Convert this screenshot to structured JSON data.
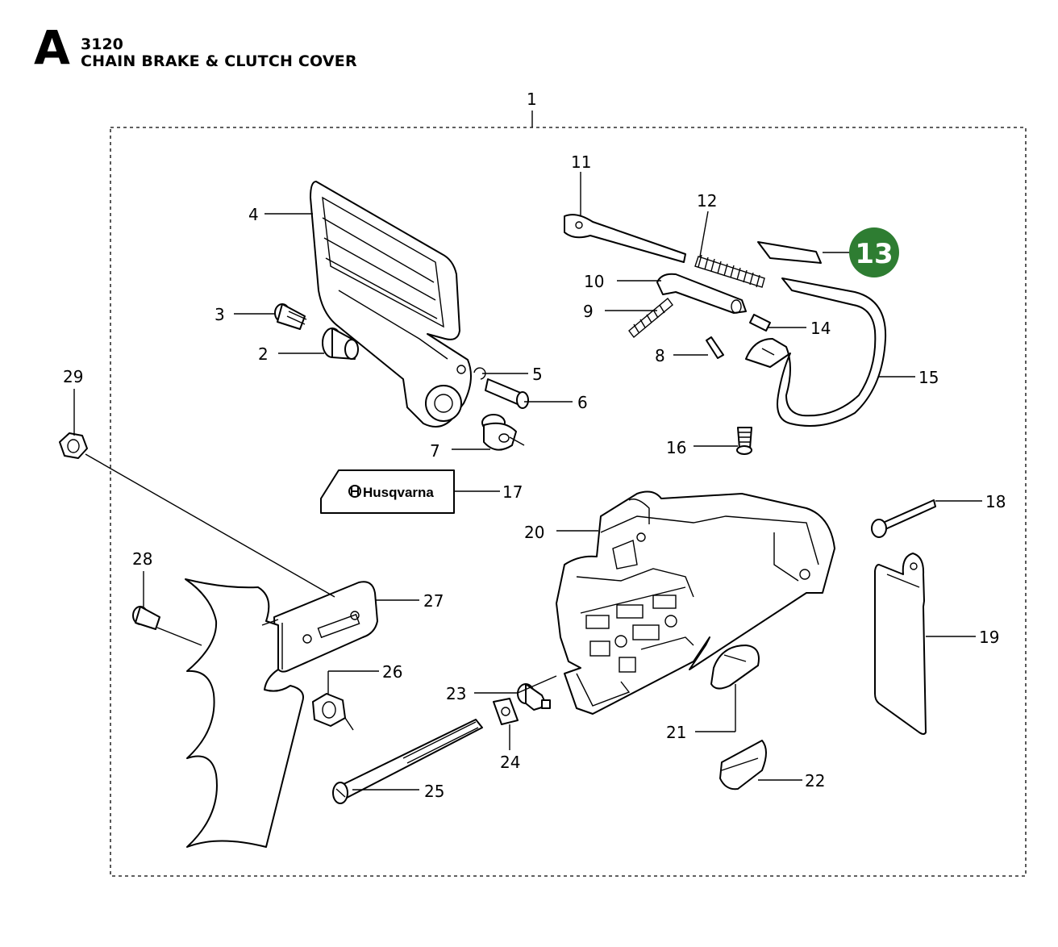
{
  "header": {
    "section_letter": "A",
    "code": "3120",
    "title": "CHAIN BRAKE & CLUTCH COVER"
  },
  "logo_text": "Husqvarna",
  "highlight": {
    "label": "13",
    "color": "#2e7d32"
  },
  "callouts": [
    "1",
    "2",
    "3",
    "4",
    "5",
    "6",
    "7",
    "8",
    "9",
    "10",
    "11",
    "12",
    "14",
    "15",
    "16",
    "17",
    "18",
    "19",
    "20",
    "21",
    "22",
    "23",
    "24",
    "25",
    "26",
    "27",
    "28",
    "29"
  ]
}
